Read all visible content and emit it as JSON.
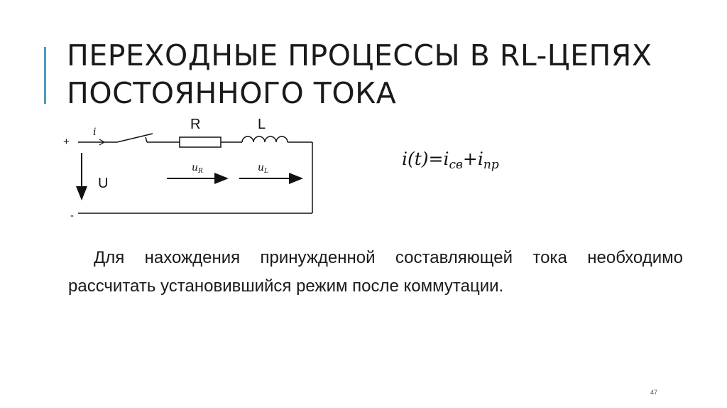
{
  "slide": {
    "title": "ПЕРЕХОДНЫЕ ПРОЦЕССЫ В RL-ЦЕПЯХ ПОСТОЯННОГО ТОКА",
    "colors": {
      "accent": "#4a9bc4",
      "text": "#1a1a1a"
    },
    "circuit": {
      "plus_label": "+",
      "minus_label": "-",
      "current_label": "i",
      "voltage_label": "U",
      "resistor_label": "R",
      "inductor_label": "L",
      "ur_main": "u",
      "ur_sub": "R",
      "ul_main": "u",
      "ul_sub": "L"
    },
    "formula": {
      "lhs": "i(t)=i",
      "sub1": "св",
      "plus": "+i",
      "sub2": "пр"
    },
    "paragraph": "Для нахождения принужденной составляющей тока необходимо рассчитать установившийся режим после коммутации.",
    "page_number": "47"
  }
}
